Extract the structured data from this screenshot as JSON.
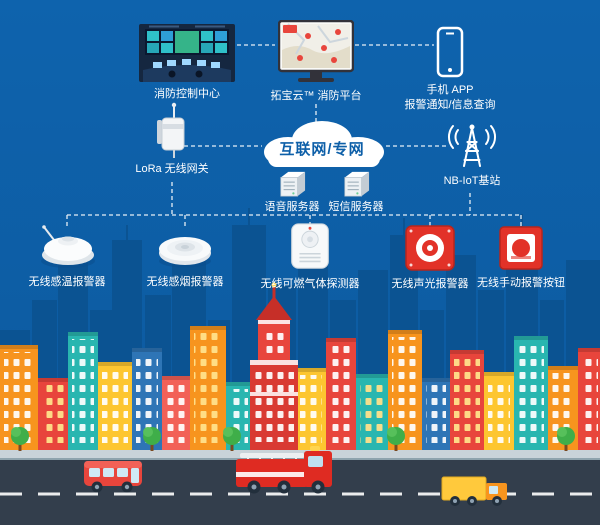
{
  "colors": {
    "background": "#0d5fa8",
    "skyline": "#0b5392",
    "alarm_red": "#e23228",
    "cloud_label_blue": "#0d5fa8",
    "road": "#333e4c"
  },
  "nodes": {
    "control_center": {
      "label": "消防控制中心"
    },
    "platform": {
      "label": "拓宝云™ 消防平台"
    },
    "mobile_app": {
      "label_line1": "手机 APP",
      "label_line2": "报警通知/信息查询"
    },
    "cloud": {
      "label": "互联网/专网"
    },
    "lora_gateway": {
      "label": "LoRa 无线网关"
    },
    "voice_server": {
      "label": "语音服务器"
    },
    "sms_server": {
      "label": "短信服务器"
    },
    "nbiot": {
      "label": "NB-IoT基站"
    }
  },
  "devices": [
    {
      "label": "无线感温报警器"
    },
    {
      "label": "无线感烟报警器"
    },
    {
      "label": "无线可燃气体探测器"
    },
    {
      "label": "无线声光报警器"
    },
    {
      "label": "无线手动报警按钮"
    }
  ]
}
